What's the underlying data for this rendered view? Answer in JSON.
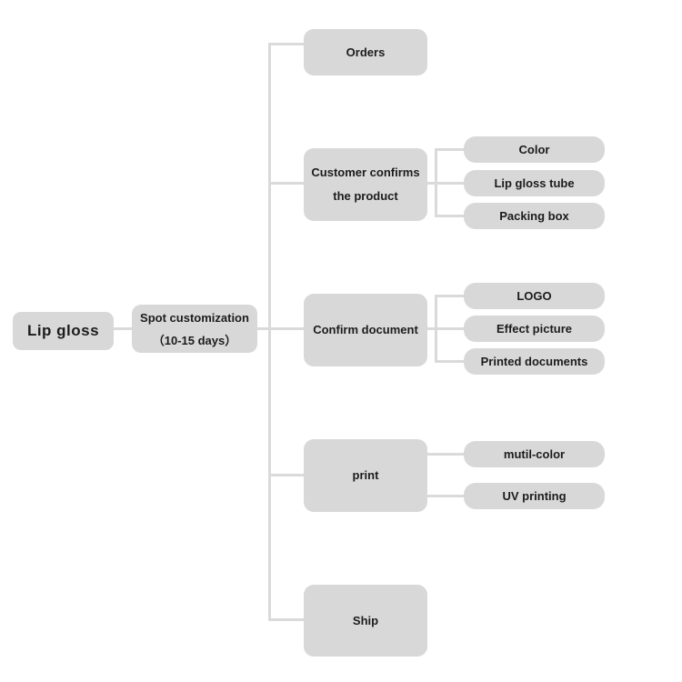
{
  "diagram": {
    "type": "flowchart",
    "orientation": "left-to-right",
    "colors": {
      "background": "#ffffff",
      "node_fill": "#d8d8d8",
      "connector": "#dadada",
      "text": "#1c1c1c"
    },
    "root": {
      "label": "Lip gloss"
    },
    "stage": {
      "line1": "Spot customization",
      "line2": "（10-15 days）"
    },
    "branches": {
      "orders": {
        "label": "Orders",
        "children": []
      },
      "customer": {
        "line1": "Customer confirms",
        "line2": "the product",
        "children": [
          "Color",
          "Lip gloss tube",
          "Packing box"
        ]
      },
      "confirm_document": {
        "label": "Confirm document",
        "children": [
          "LOGO",
          "Effect picture",
          "Printed documents"
        ]
      },
      "print": {
        "label": "print",
        "children": [
          "mutil-color",
          "UV printing"
        ]
      },
      "ship": {
        "label": "Ship",
        "children": []
      }
    }
  }
}
